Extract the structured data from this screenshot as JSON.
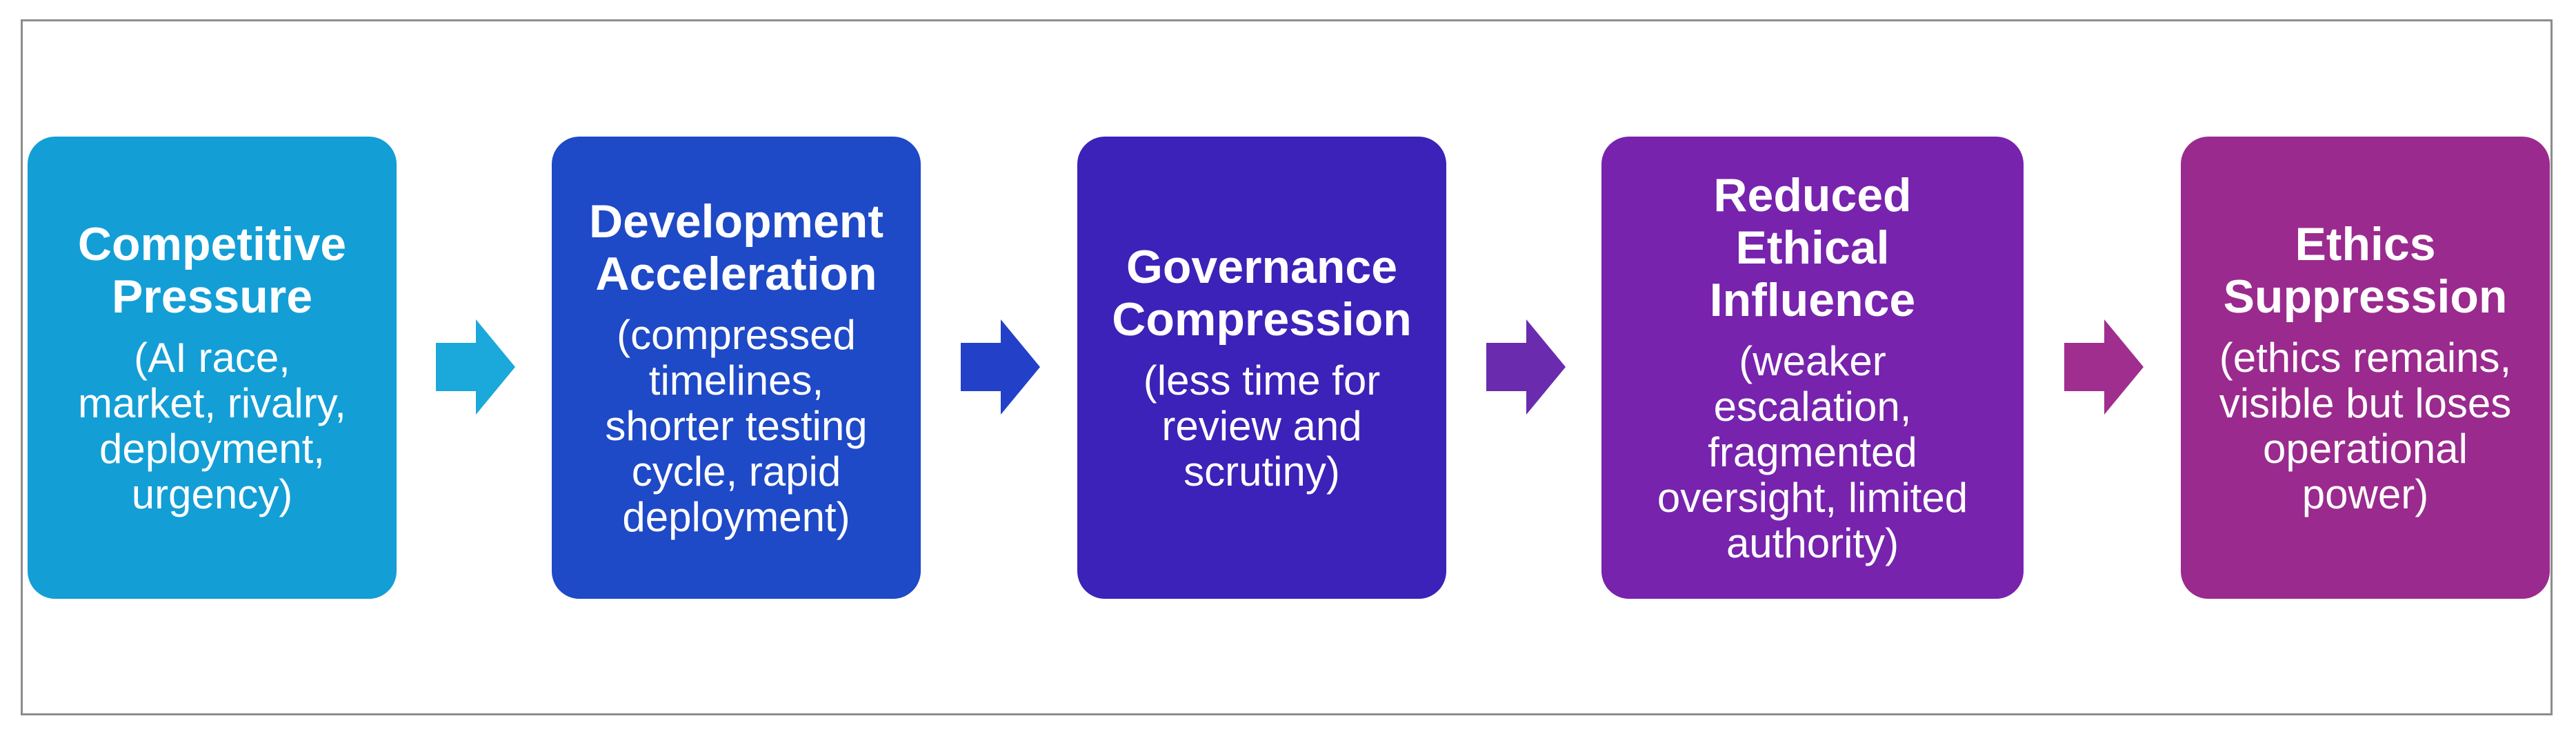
{
  "steps": [
    {
      "title": "Competitive Pressure",
      "title_lines": [
        "Competitive",
        "Pressure"
      ],
      "desc_lines": [
        "(AI race,",
        "market, rivalry,",
        "deployment,",
        "urgency)"
      ],
      "color": "#139ED6"
    },
    {
      "title": "Development Acceleration",
      "title_lines": [
        "Development",
        "Acceleration"
      ],
      "desc_lines": [
        "(compressed",
        "timelines,",
        "shorter testing",
        "cycle, rapid",
        "deployment)"
      ],
      "color": "#1E49C7"
    },
    {
      "title": "Governance Compression",
      "title_lines": [
        "Governance",
        "Compression"
      ],
      "desc_lines": [
        "(less time for",
        "review and",
        "scrutiny)"
      ],
      "color": "#3C22B8"
    },
    {
      "title": "Reduced Ethical Influence",
      "title_lines": [
        "Reduced",
        "Ethical",
        "Influence"
      ],
      "desc_lines": [
        "(weaker",
        "escalation,",
        "fragmented",
        "oversight, limited",
        "authority)"
      ],
      "color": "#7723AD"
    },
    {
      "title": "Ethics Suppression",
      "title_lines": [
        "Ethics",
        "Suppression"
      ],
      "desc_lines": [
        "(ethics remains,",
        "visible but loses",
        "operational",
        "power)"
      ],
      "color": "#9A2A8E"
    }
  ],
  "arrows": [
    {
      "from": "Competitive Pressure",
      "to": "Development Acceleration",
      "color": "#1BA8DA"
    },
    {
      "from": "Development Acceleration",
      "to": "Governance Compression",
      "color": "#2340C9"
    },
    {
      "from": "Governance Compression",
      "to": "Reduced Ethical Influence",
      "color": "#6A2BAE"
    },
    {
      "from": "Reduced Ethical Influence",
      "to": "Ethics Suppression",
      "color": "#A02E8E"
    }
  ]
}
